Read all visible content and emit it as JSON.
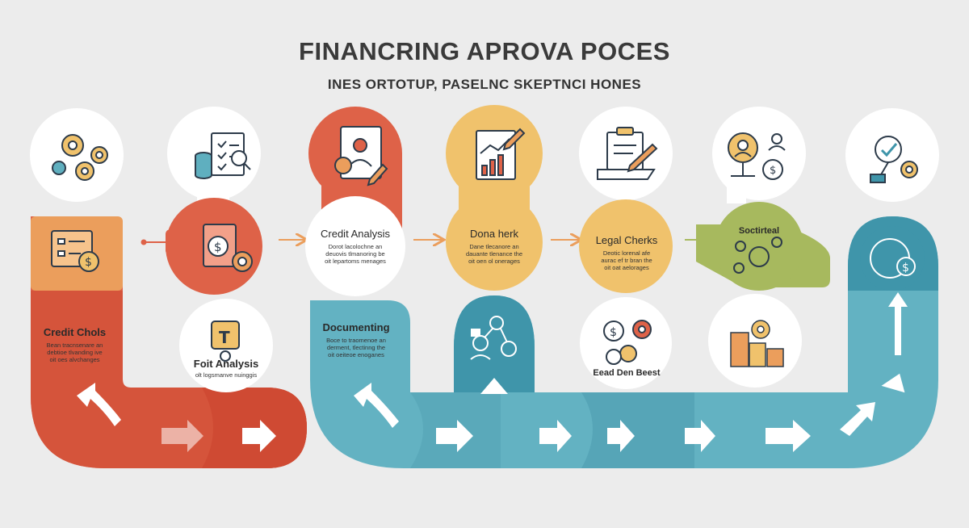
{
  "header": {
    "title": "FINANCRING APROVA POCES",
    "subtitle": "INES ORTOTUP, PASELNC SKEPTNCI HONES"
  },
  "steps": [
    {
      "label": "Credit Chols",
      "desc": [
        "Bean tracnsenare an",
        "debtioe tlvanding ive",
        "oit oes alvchanges"
      ]
    },
    {
      "label": "Foit Analysis",
      "desc": [
        "olt logsmanve nuinggis"
      ]
    },
    {
      "label": "Credit Analysis",
      "desc": [
        "Dorot lacolochne an",
        "deuovis tlmanoring be",
        "oit lepartoms menages"
      ]
    },
    {
      "label": "Documenting",
      "desc": [
        "Boce to traomenoe an",
        "derment, tlectinng the",
        "oit oeiteoe enoganes"
      ]
    },
    {
      "label": "Dona herk",
      "desc": [
        "Dane tlecanore an",
        "dauante tlenance the",
        "oit oen ol onerages"
      ]
    },
    {
      "label": "Legal Cherks",
      "desc": [
        "Deotic lorenal afe",
        "aurac ef tr bran the",
        "oit oat aelorages"
      ]
    },
    {
      "label": "Eead Den Beest",
      "desc": []
    },
    {
      "label": "Soctirteal",
      "desc": []
    }
  ],
  "colors": {
    "red": "#de6248",
    "red_dark": "#cf4a33",
    "orange": "#eb9e5c",
    "yellow": "#f0c26c",
    "teal": "#5fafbf",
    "teal_dark": "#3f95aa",
    "green": "#a7b95e",
    "background": "#ececec"
  },
  "icons": [
    "gears-icon",
    "checklist-database-icon",
    "document-gear-icon",
    "chart-pencil-icon",
    "contract-sign-icon",
    "people-gear-icon",
    "magnifier-gear-icon",
    "form-dollar-icon",
    "dollar-document-gear-icon",
    "lightbulb-gear-icon",
    "network-people-icon",
    "dollar-coins-icon",
    "buildings-gear-icon",
    "dollar-seal-icon"
  ]
}
